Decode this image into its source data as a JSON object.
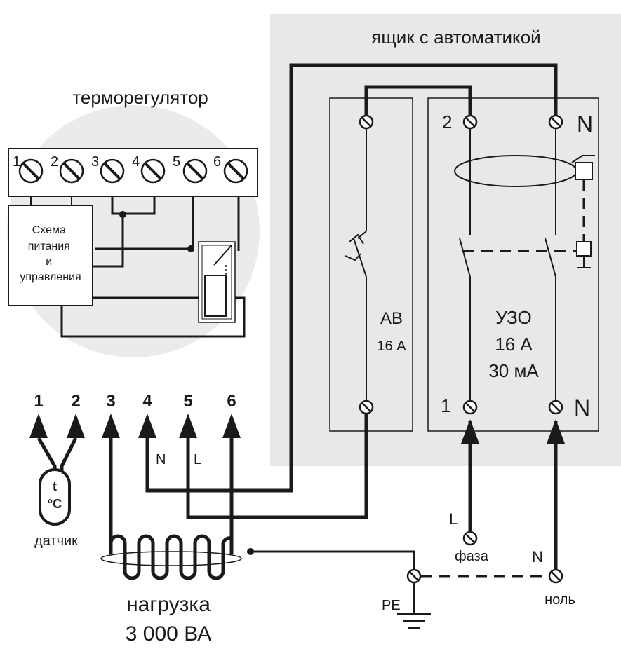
{
  "automation_box": {
    "title": "ящик с автоматикой"
  },
  "thermostat": {
    "title": "терморегулятор",
    "terminals": [
      "1",
      "2",
      "3",
      "4",
      "5",
      "6"
    ],
    "circuit_lines": [
      "Схема",
      "питания",
      "и",
      "управления"
    ]
  },
  "breaker": {
    "name": "АВ",
    "rating": "16 А"
  },
  "rcd": {
    "name": "УЗО",
    "rating": "16 А",
    "leakage": "30 мА",
    "top_left_label": "2",
    "top_right_label": "N",
    "bottom_left_label": "1",
    "bottom_right_label": "N"
  },
  "cables": {
    "numbers": [
      "1",
      "2",
      "3",
      "4",
      "5",
      "6"
    ],
    "wire_n": "N",
    "wire_l": "L"
  },
  "sensor": {
    "symbol_top": "t",
    "symbol_bottom": "°C",
    "label": "датчик"
  },
  "load": {
    "label": "нагрузка",
    "power": "3 000 ВА"
  },
  "supply": {
    "phase_letter": "L",
    "phase_label": "фаза",
    "neutral_letter": "N",
    "neutral_label": "ноль",
    "earth_label": "PE"
  },
  "colors": {
    "ink": "#1a1a1a",
    "box_fill": "#e8e8e8",
    "thermostat_bg": "#ebebeb",
    "paper": "#ffffff"
  }
}
